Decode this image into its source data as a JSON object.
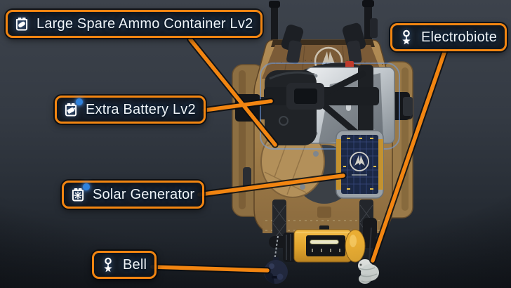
{
  "colors": {
    "accent_orange": "#F28511",
    "label_text": "#EFF4F9",
    "indicator_blue": "#2F82DD"
  },
  "callouts": [
    {
      "id": "ammo-container",
      "label": "Large Spare Ammo Container Lv2",
      "icon": "ammo-container-icon"
    },
    {
      "id": "electrobiote",
      "label": "Electrobiote",
      "icon": "charm-star-icon"
    },
    {
      "id": "extra-battery",
      "label": "Extra Battery Lv2",
      "icon": "battery-icon",
      "upgrade_dot": true
    },
    {
      "id": "solar-generator",
      "label": "Solar Generator",
      "icon": "solar-panel-icon",
      "upgrade_dot": true
    },
    {
      "id": "bell",
      "label": "Bell",
      "icon": "charm-star-icon"
    }
  ]
}
